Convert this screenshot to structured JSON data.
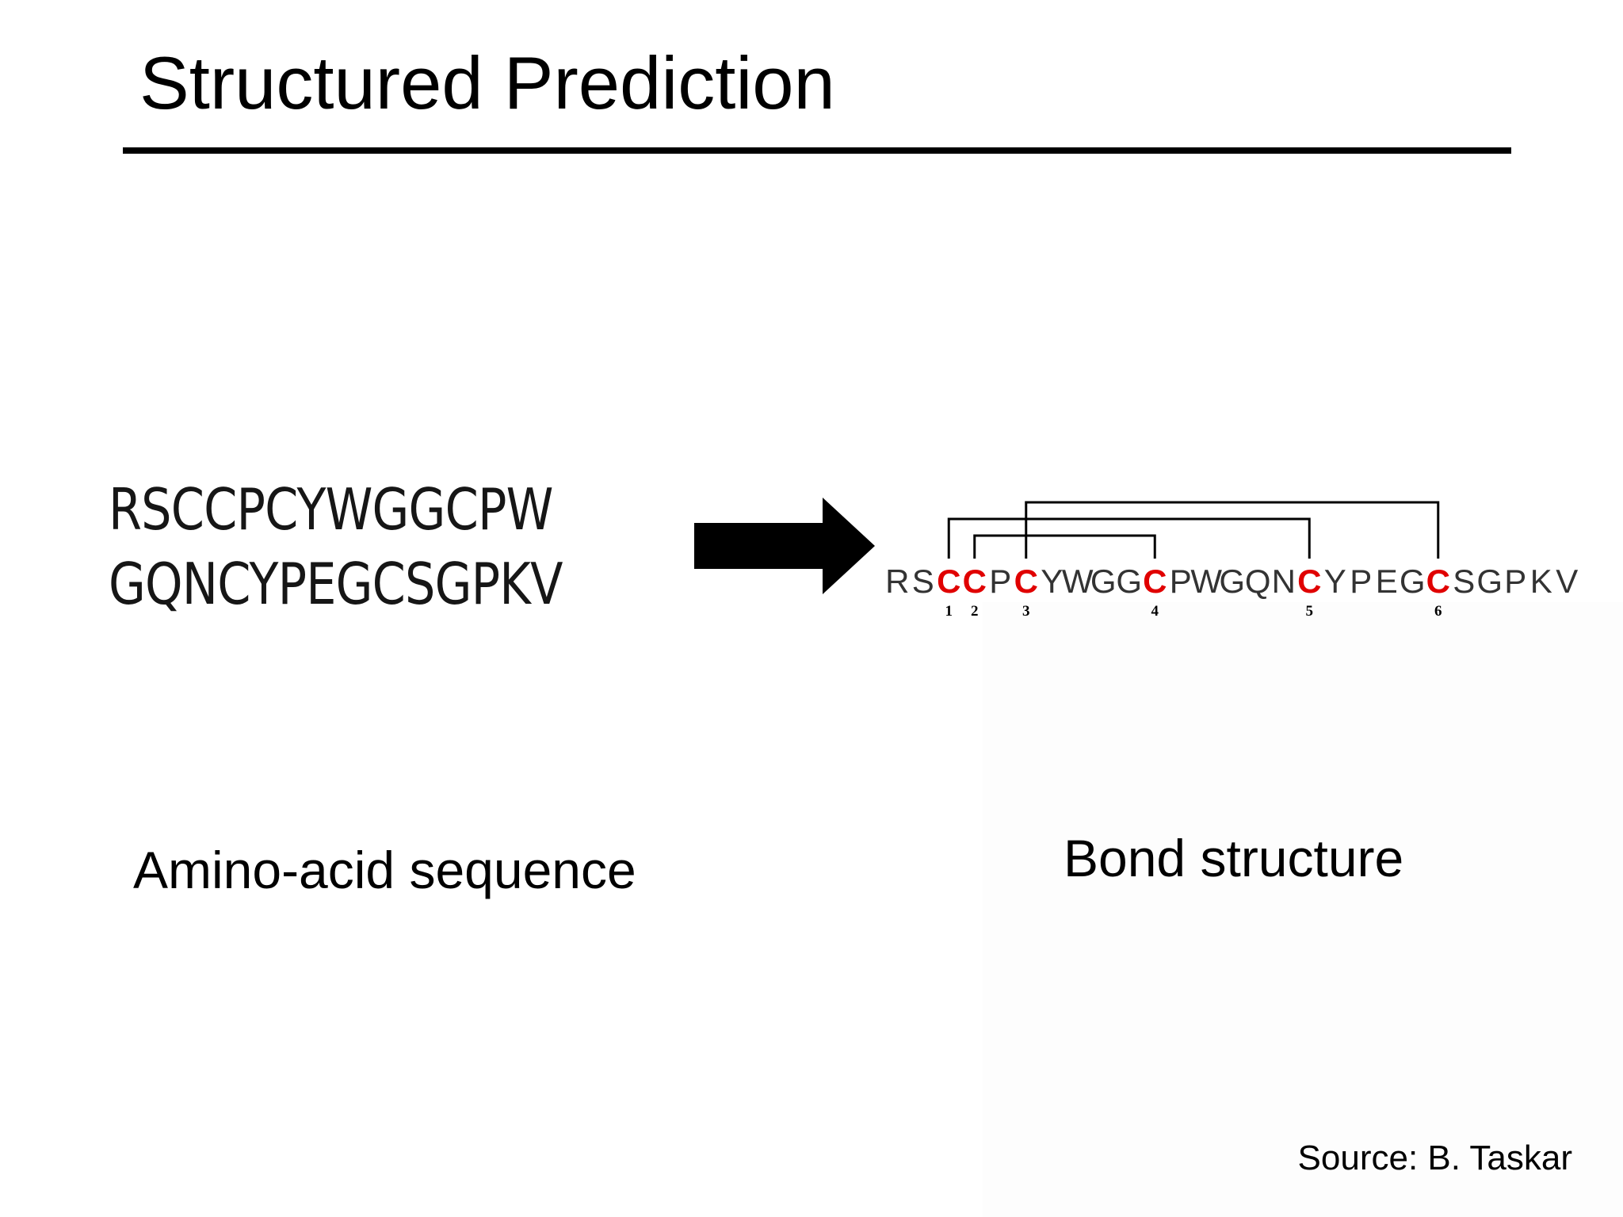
{
  "slide": {
    "title": "Structured Prediction",
    "sequence_lines": [
      "RSCCPCYWGGCPW",
      "GQNCYPEGCSGPKV"
    ],
    "left_caption": "Amino-acid sequence",
    "right_caption": "Bond structure",
    "source": "Source: B. Taskar"
  },
  "bond_structure": {
    "sequence": "RSCCPCYWGGCPWGQNCYPEGCSGPKV",
    "cysteine_positions": [
      3,
      4,
      6,
      11,
      17,
      22
    ],
    "cysteine_labels": [
      "1",
      "2",
      "3",
      "4",
      "5",
      "6"
    ],
    "bonds": [
      [
        1,
        5
      ],
      [
        2,
        4
      ],
      [
        3,
        6
      ]
    ],
    "highlight_color": "#e00000",
    "text_color": "#333333"
  },
  "icons": {
    "arrow": "right-arrow-icon"
  }
}
